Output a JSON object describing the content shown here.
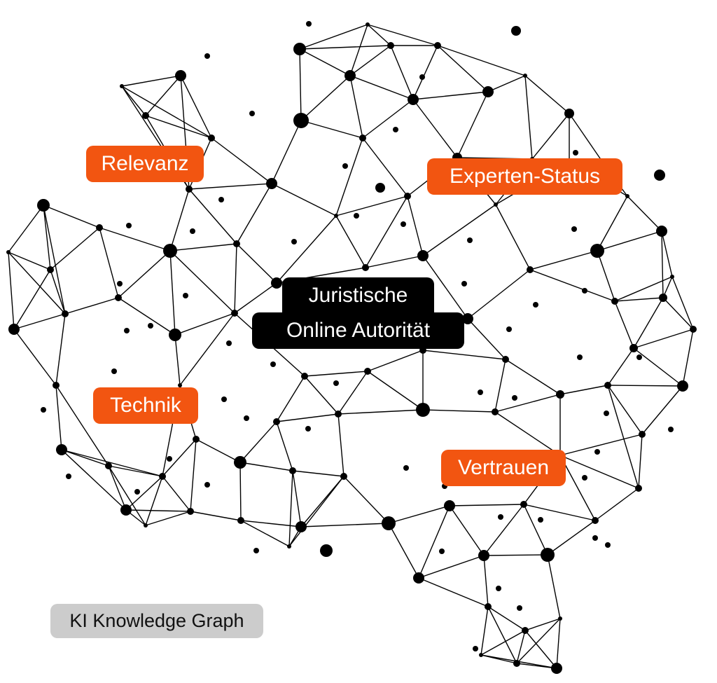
{
  "diagram": {
    "labels": {
      "relevanz": "Relevanz",
      "experten_status": "Experten-Status",
      "center_line1": "Juristische",
      "center_line2": "Online Autorität",
      "technik": "Technik",
      "vertrauen": "Vertrauen"
    },
    "caption": "KI Knowledge Graph",
    "colors": {
      "accent": "#F25511",
      "center": "#000000",
      "caption_bg": "#cccccc",
      "network": "#000000"
    }
  }
}
